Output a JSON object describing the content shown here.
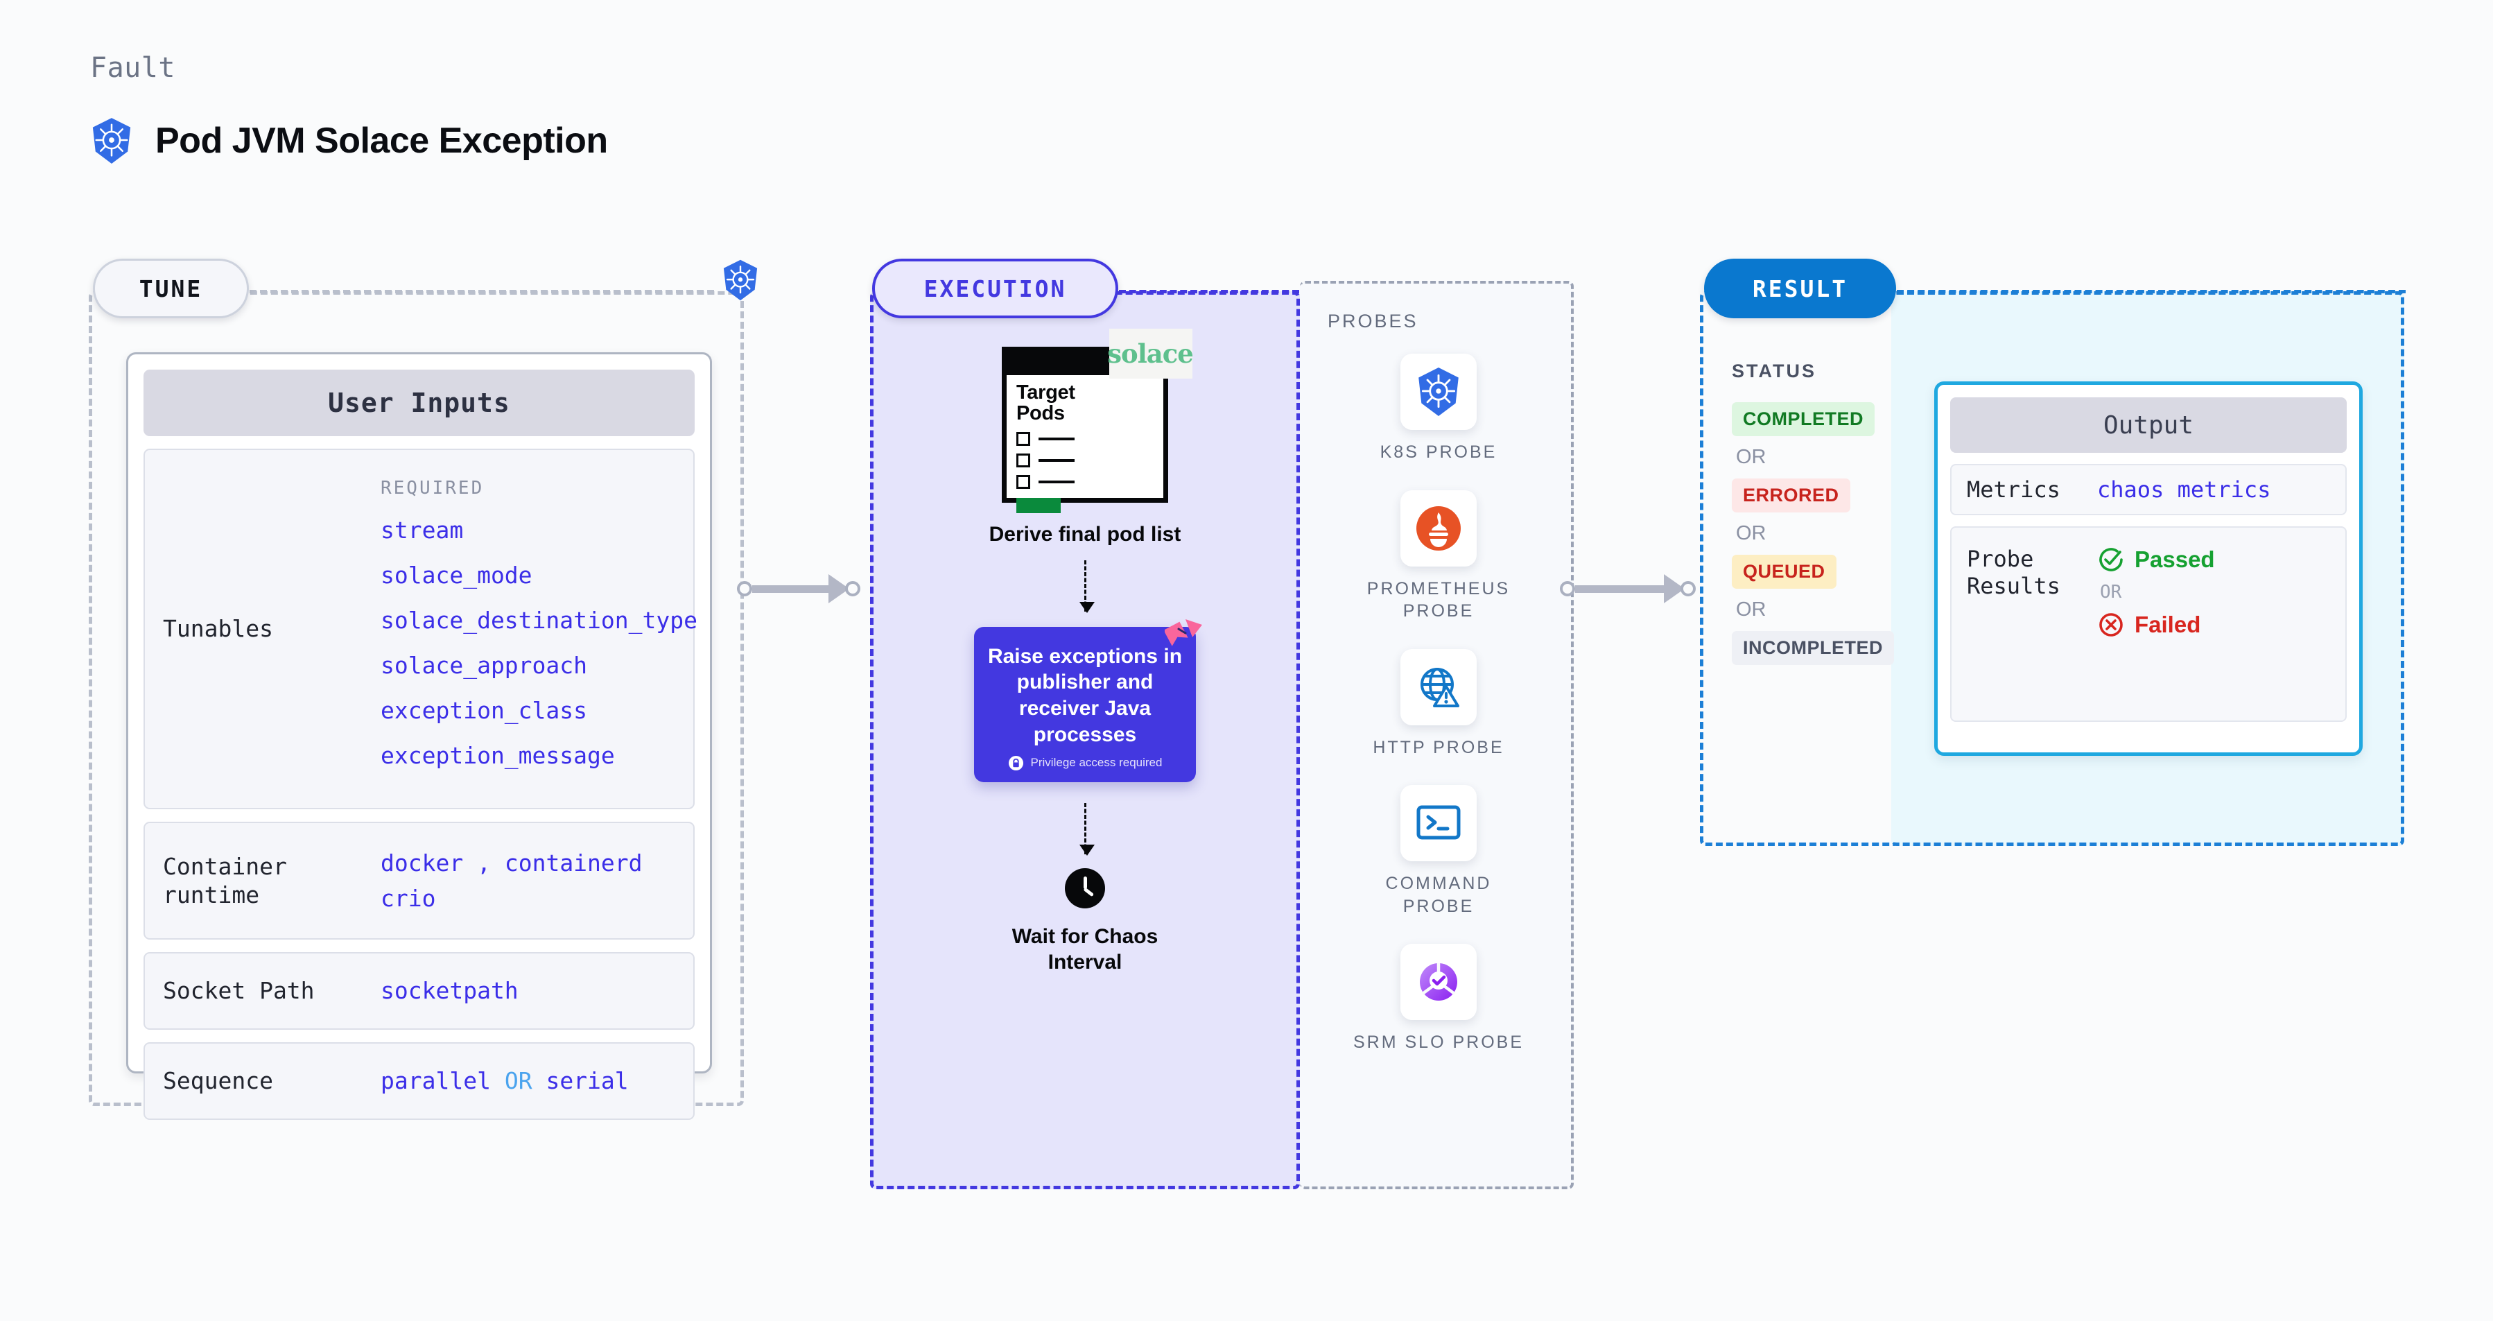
{
  "header": {
    "eyebrow": "Fault",
    "title": "Pod JVM Solace Exception",
    "icon": "kubernetes-icon"
  },
  "stages": {
    "tune": {
      "label": "TUNE",
      "edge_icon": "kubernetes-icon"
    },
    "execution": {
      "label": "EXECUTION"
    },
    "result": {
      "label": "RESULT"
    }
  },
  "tune": {
    "card_title": "User Inputs",
    "rows": [
      {
        "label": "Tunables",
        "required_label": "REQUIRED",
        "values": [
          "stream",
          "solace_mode",
          "solace_destination_type",
          "solace_approach",
          "exception_class",
          "exception_message"
        ]
      },
      {
        "label": "Container runtime",
        "values": [
          "docker",
          "containerd",
          "crio"
        ],
        "separator": ","
      },
      {
        "label": "Socket Path",
        "values": [
          "socketpath"
        ]
      },
      {
        "label": "Sequence",
        "values": [
          "parallel",
          "serial"
        ],
        "joiner": "OR"
      }
    ]
  },
  "execution": {
    "pod_card": {
      "title_line1": "Target",
      "title_line2": "Pods",
      "logo_text": "solace",
      "logo_icon": "solace-logo"
    },
    "step1_caption": "Derive final pod list",
    "action_box": {
      "text": "Raise exceptions in publisher and receiver Java processes",
      "note": "Privilege access required",
      "note_icon": "lock-icon",
      "ribbon_icon": "ribbon-badge-icon",
      "color": "#4338e0"
    },
    "wait_step": {
      "icon": "clock-icon",
      "caption_line1": "Wait for Chaos",
      "caption_line2": "Interval"
    }
  },
  "probes": {
    "title": "PROBES",
    "items": [
      {
        "label": "K8S PROBE",
        "icon": "kubernetes-icon"
      },
      {
        "label": "PROMETHEUS PROBE",
        "icon": "prometheus-icon"
      },
      {
        "label": "HTTP PROBE",
        "icon": "http-globe-warning-icon"
      },
      {
        "label": "COMMAND PROBE",
        "icon": "terminal-icon"
      },
      {
        "label": "SRM SLO PROBE",
        "icon": "srm-slo-icon"
      }
    ]
  },
  "result": {
    "status_title": "STATUS",
    "or_label": "OR",
    "statuses": [
      {
        "label": "COMPLETED",
        "bg": "#ddf6e0",
        "color": "#117a23"
      },
      {
        "label": "ERRORED",
        "bg": "#fde7e7",
        "color": "#c7231d"
      },
      {
        "label": "QUEUED",
        "bg": "#fdeec3",
        "color": "#c7231d"
      },
      {
        "label": "INCOMPLETED",
        "bg": "#eef0f5",
        "color": "#4a5163"
      }
    ],
    "output": {
      "card_title": "Output",
      "metrics_label": "Metrics",
      "metrics_value": "chaos metrics",
      "probe_results_label": "Probe Results",
      "passed_label": "Passed",
      "failed_label": "Failed",
      "or_label": "OR",
      "passed_icon": "check-circle-icon",
      "failed_icon": "x-circle-icon"
    }
  },
  "colors": {
    "accent_purple": "#4338e0",
    "accent_blue": "#0a78cf",
    "accent_cyan": "#1fa8e0",
    "value_blue": "#3b2ee8",
    "muted": "#8a90a2"
  }
}
